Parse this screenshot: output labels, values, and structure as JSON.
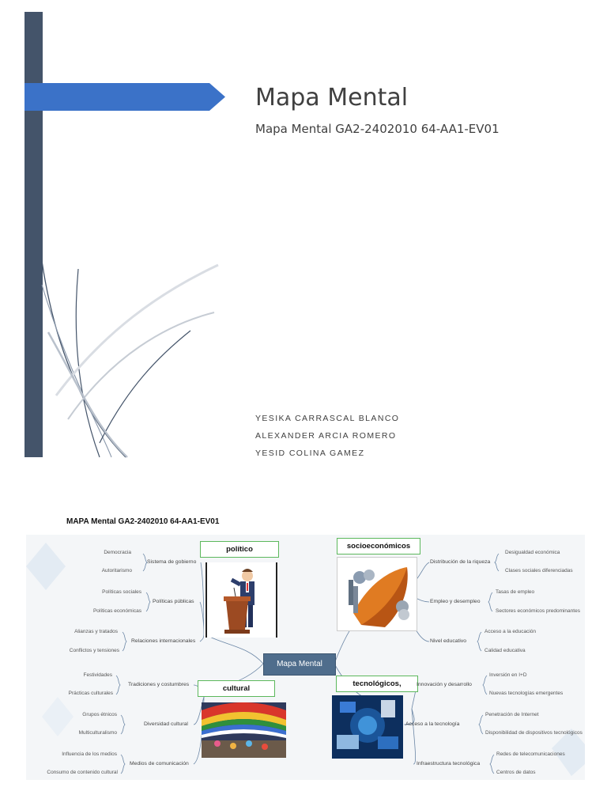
{
  "cover": {
    "title": "Mapa Mental",
    "subtitle": "Mapa Mental GA2-2402010 64-AA1-EV01",
    "authors": [
      "YESIKA CARRASCAL BLANCO",
      "ALEXANDER ARCIA ROMERO",
      "YESID COLINA GAMEZ"
    ]
  },
  "mindmap": {
    "heading": "MAPA Mental GA2-2402010 64-AA1-EV01",
    "center": "Mapa Mental",
    "colors": {
      "accent_blue": "#3b72c8",
      "bar": "#44546a",
      "center": "#4f6d8c",
      "category_border": "#5cb85c"
    },
    "categories": {
      "politico": "político",
      "socioeconomicos": "socioeconómicos",
      "cultural": "cultural",
      "tecnologicos": "tecnológicos,"
    },
    "politico": {
      "sistema": {
        "label": "Sistema de gobierno",
        "items": [
          "Democracia",
          "Autoritarismo"
        ]
      },
      "politicas": {
        "label": "Políticas públicas",
        "items": [
          "Políticas sociales",
          "Políticas económicas"
        ]
      },
      "relaciones": {
        "label": "Relaciones internacionales",
        "items": [
          "Alianzas y tratados",
          "Conflictos y tensiones"
        ]
      }
    },
    "cultural": {
      "tradiciones": {
        "label": "Tradiciones y costumbres",
        "items": [
          "Festividades",
          "Prácticas culturales"
        ]
      },
      "diversidad": {
        "label": "Diversidad cultural",
        "items": [
          "Grupos étnicos",
          "Multiculturalismo"
        ]
      },
      "medios": {
        "label": "Medios de comunicación",
        "items": [
          "Influencia de los medios",
          "Consumo de contenido cultural"
        ]
      }
    },
    "socioeconomicos": {
      "distribucion": {
        "label": "Distribución de la riqueza",
        "items": [
          "Desigualdad económica",
          "Clases sociales diferenciadas"
        ]
      },
      "empleo": {
        "label": "Empleo y desempleo",
        "items": [
          "Tasas de empleo",
          "Sectores económicos predominantes"
        ]
      },
      "nivel": {
        "label": "Nivel educativo",
        "items": [
          "Acceso a la educación",
          "Calidad educativa"
        ]
      }
    },
    "tecnologicos": {
      "innovacion": {
        "label": "Innovación y desarrollo",
        "items": [
          "Inversión en I+D",
          "Nuevas tecnologías emergentes"
        ]
      },
      "acceso": {
        "label": "Acceso a la tecnología",
        "items": [
          "Penetración de Internet",
          "Disponibilidad de dispositivos tecnológicos"
        ]
      },
      "infra": {
        "label": "Infraestructura tecnológica",
        "items": [
          "Redes de telecomunicaciones",
          "Centros de datos"
        ]
      }
    },
    "icons": [
      "podium-speaker-image",
      "tools-rocket-image",
      "flags-festival-image",
      "technology-collage-image"
    ]
  }
}
